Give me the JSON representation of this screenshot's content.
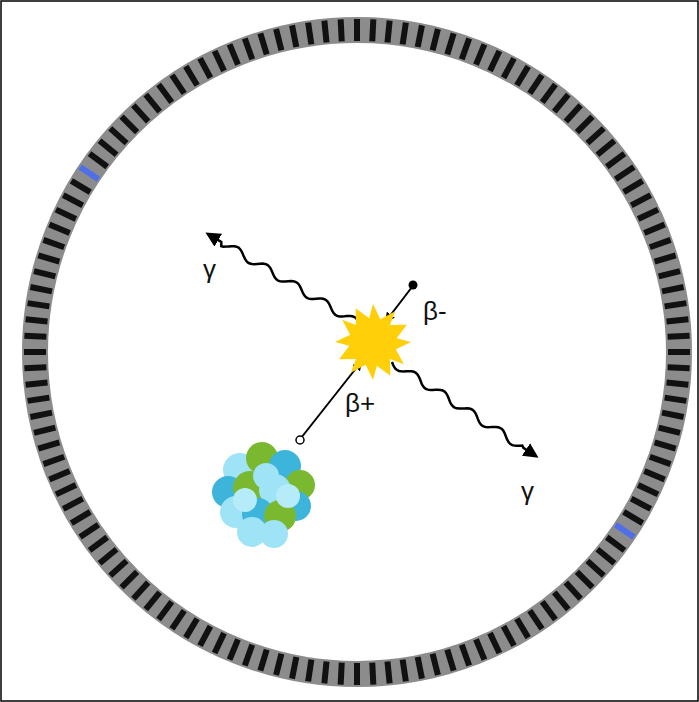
{
  "diagram": {
    "labels": [
      "γ",
      "β-",
      "β+",
      "γ"
    ]
  }
}
